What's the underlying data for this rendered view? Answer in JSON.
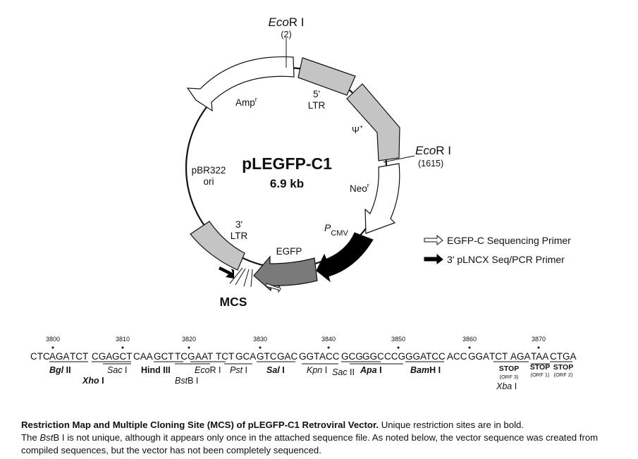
{
  "plasmid": {
    "name": "pLEGFP-C1",
    "size": "6.9 kb",
    "segments": [
      {
        "id": "ltr5",
        "label_lines": [
          "5'",
          "LTR"
        ],
        "fill": "#c4c4c4"
      },
      {
        "id": "psi",
        "label": "Ψ",
        "label_sup": "+",
        "fill": "#c4c4c4"
      },
      {
        "id": "neo",
        "label": "Neo",
        "label_sup": "r",
        "fill": "#ffffff"
      },
      {
        "id": "pcmv",
        "label": "P",
        "label_sub": "CMV",
        "fill": "#000000"
      },
      {
        "id": "egfp",
        "label": "EGFP",
        "fill": "#7a7a7a"
      },
      {
        "id": "ltr3",
        "label_lines": [
          "3'",
          "LTR"
        ],
        "fill": "#c4c4c4"
      },
      {
        "id": "ori",
        "label_lines": [
          "pBR322",
          "ori"
        ]
      },
      {
        "id": "amp",
        "label": "Amp",
        "label_sup": "r",
        "fill": "#ffffff"
      }
    ],
    "sites": [
      {
        "italic": "Eco",
        "rest": "R I",
        "position": "(2)"
      },
      {
        "italic": "Eco",
        "rest": "R I",
        "position": "(1615)"
      }
    ],
    "mcs_label": "MCS"
  },
  "legend": [
    {
      "label": "EGFP-C Sequencing Primer",
      "style": "open"
    },
    {
      "label": "3' pLNCX Seq/PCR Primer",
      "style": "filled"
    }
  ],
  "sequence": {
    "ticks": [
      "3800",
      "3810",
      "3820",
      "3830",
      "3840",
      "3850",
      "3860",
      "3870"
    ],
    "codons": [
      "CTC",
      "AGA",
      "TCT",
      "CGA",
      "GCT",
      "CAA",
      "GCT",
      "TCG",
      "AAT",
      "TCT",
      "GCA",
      "GTC",
      "GAC",
      "GGT",
      "ACC",
      "GCG",
      "GGC",
      "CCG",
      "GGA",
      "TCC",
      "ACC",
      "GGA",
      "TCT",
      "AGA",
      "TAA",
      "CTGA"
    ],
    "enzymes": [
      {
        "italic": "Bgl",
        "rest": " II",
        "bold": true
      },
      {
        "italic": "Xho",
        "rest": " I",
        "bold": true
      },
      {
        "italic": "Sac",
        "rest": " I",
        "bold": false
      },
      {
        "italic": "",
        "rest": "Hind III",
        "bold": true
      },
      {
        "italic": "Eco",
        "rest": "R I",
        "bold": false
      },
      {
        "italic": "Bst",
        "rest": "B I",
        "bold": false
      },
      {
        "italic": "Pst",
        "rest": " I",
        "bold": false
      },
      {
        "italic": "Sal",
        "rest": " I",
        "bold": true
      },
      {
        "italic": "Kpn",
        "rest": " I",
        "bold": false
      },
      {
        "italic": "Sac",
        "rest": " II",
        "bold": false
      },
      {
        "italic": "Apa",
        "rest": " I",
        "bold": true
      },
      {
        "italic": "Bam",
        "rest": "H I",
        "bold": true
      },
      {
        "italic": "Xba",
        "rest": " I",
        "bold": false
      }
    ],
    "stops": [
      {
        "label": "STOP",
        "note": "(ORF 3)"
      },
      {
        "label": "STOP",
        "note": "(ORF 1)"
      },
      {
        "label": "STOP",
        "note": "(ORF 2)"
      }
    ]
  },
  "caption": {
    "title": "Restriction Map and Multiple Cloning Site (MCS) of pLEGFP-C1 Retroviral Vector.",
    "sentence1": " Unique restriction sites are in bold.",
    "sentence2_pre": "The ",
    "sentence2_italic": "Bst",
    "sentence2_post": "B I is not unique, although it appears only once in the attached sequence file. As noted below, the vector sequence was created from compiled sequences, but the vector has not been completely sequenced."
  }
}
